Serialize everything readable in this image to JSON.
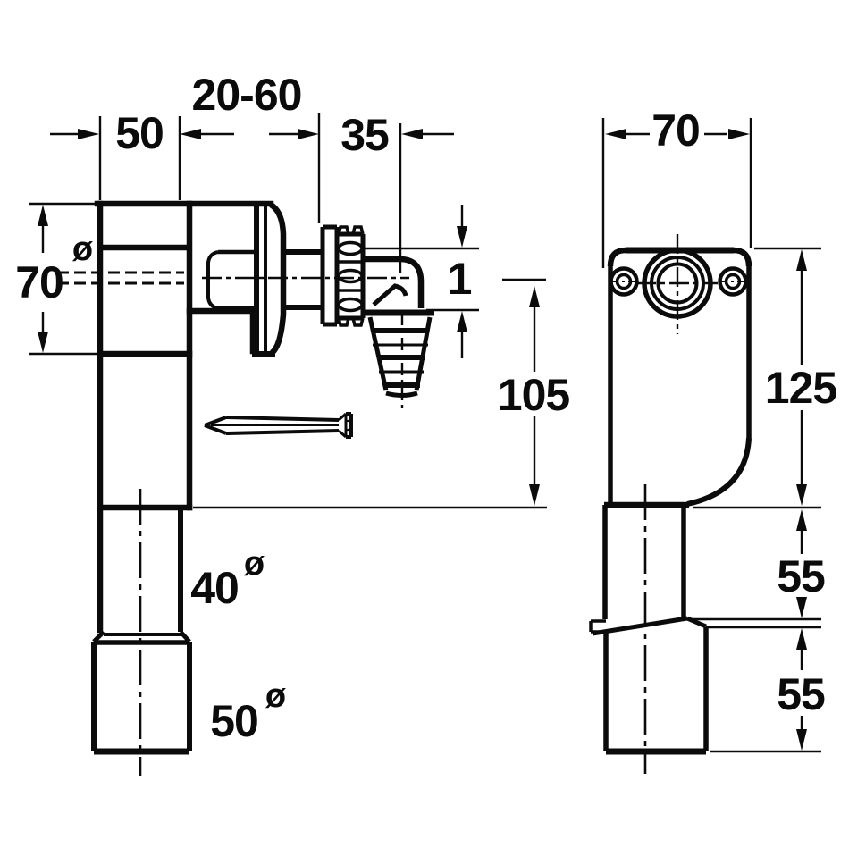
{
  "drawing": {
    "background_color": "#ffffff",
    "ink_color": "#0b0b0b",
    "diameter_symbol": "ø",
    "side_view": {
      "dim_depth": "50",
      "dim_wall_range": "20-60",
      "dim_spout": "35",
      "dim_flange_dia": "70",
      "dim_flange_dia_symbol": "ø",
      "dim_offset": "1",
      "dim_drop": "105",
      "dim_pipe_dia": "40",
      "dim_pipe_dia_symbol": "ø",
      "dim_socket_dia": "50",
      "dim_socket_dia_symbol": "ø"
    },
    "front_view": {
      "dim_width": "70",
      "dim_height": "125",
      "dim_pipe_upper": "55",
      "dim_pipe_lower": "55"
    }
  }
}
